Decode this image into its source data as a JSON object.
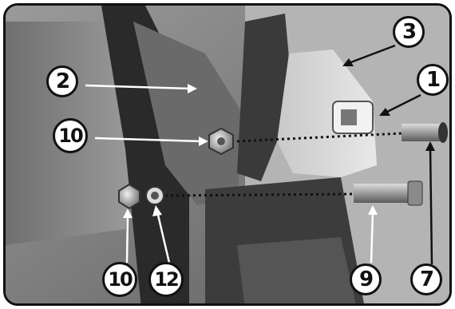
{
  "callouts": {
    "c1": "1",
    "c2": "2",
    "c3": "3",
    "c7": "7",
    "c9": "9",
    "c10a": "10",
    "c10b": "10",
    "c12": "12"
  },
  "colors": {
    "frame": "#111111",
    "callout_fill": "#ffffff",
    "arrow": "#ffffff",
    "leader_dots": "#111111"
  }
}
